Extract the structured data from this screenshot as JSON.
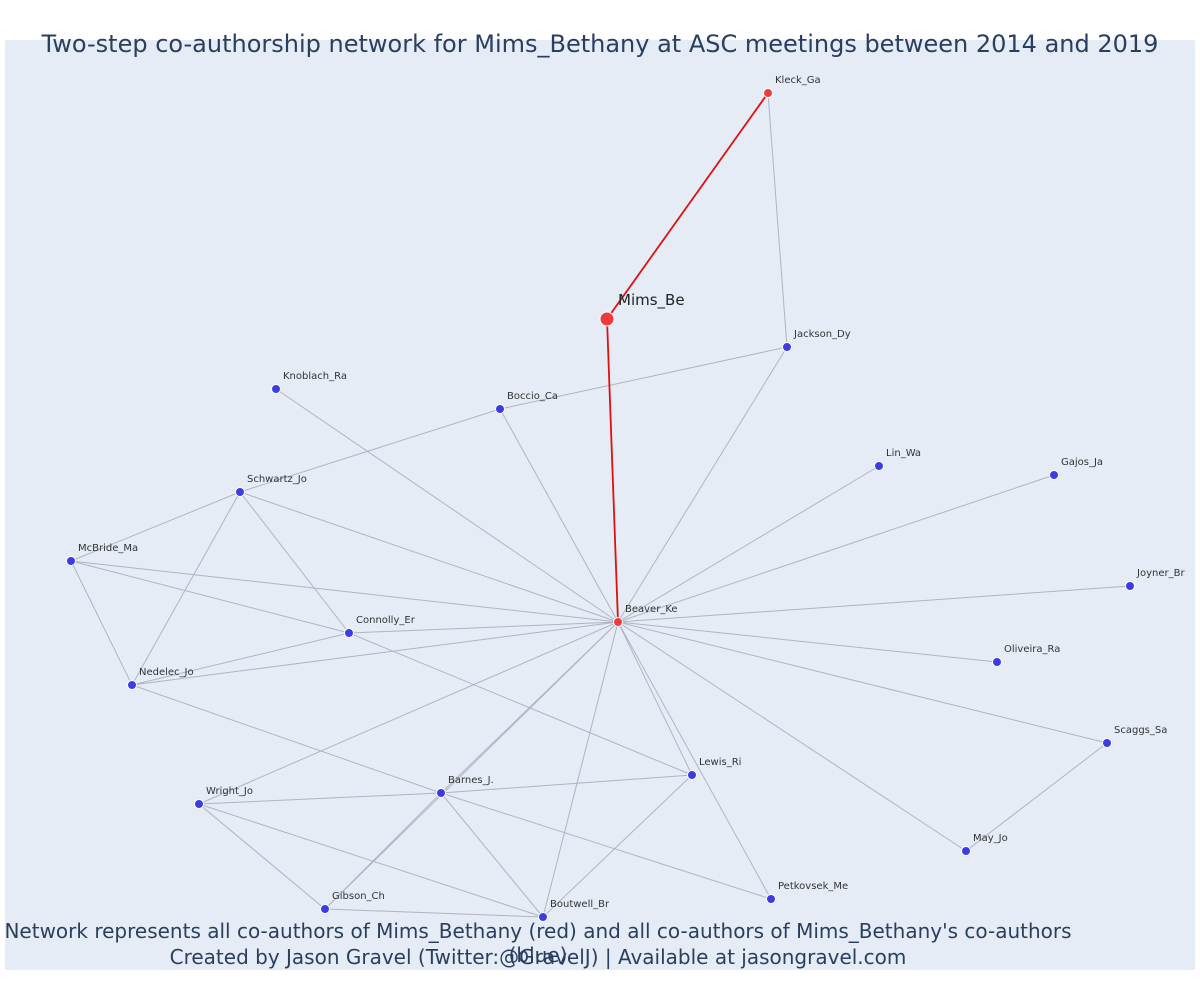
{
  "title": "Two-step co-authorship network for Mims_Bethany at ASC meetings between 2014 and 2019",
  "caption_line1": "Network represents all co-authors of Mims_Bethany (red) and all co-authors of Mims_Bethany's co-authors (blue)",
  "caption_line2": "Created by Jason Gravel (Twitter:@GravelJ) | Available at jasongravel.com",
  "colors": {
    "background": "#e5ecf6",
    "red_node": "#ef3b3b",
    "blue_node": "#3b3be8",
    "red_edge": "#e01010",
    "gray_edge": "#b0b4c2",
    "text": "#2a3f5f"
  },
  "chart_data": {
    "type": "network",
    "focal_node": "Mims_Be",
    "nodes": [
      {
        "id": "Mims_Be",
        "group": "focal"
      },
      {
        "id": "Kleck_Ga",
        "group": "red"
      },
      {
        "id": "Beaver_Ke",
        "group": "red"
      },
      {
        "id": "Jackson_Dy",
        "group": "blue"
      },
      {
        "id": "Knoblach_Ra",
        "group": "blue"
      },
      {
        "id": "Boccio_Ca",
        "group": "blue"
      },
      {
        "id": "Lin_Wa",
        "group": "blue"
      },
      {
        "id": "Gajos_Ja",
        "group": "blue"
      },
      {
        "id": "Schwartz_Jo",
        "group": "blue"
      },
      {
        "id": "McBride_Ma",
        "group": "blue"
      },
      {
        "id": "Joyner_Br",
        "group": "blue"
      },
      {
        "id": "Connolly_Er",
        "group": "blue"
      },
      {
        "id": "Oliveira_Ra",
        "group": "blue"
      },
      {
        "id": "Nedelec_Jo",
        "group": "blue"
      },
      {
        "id": "Scaggs_Sa",
        "group": "blue"
      },
      {
        "id": "Lewis_Ri",
        "group": "blue"
      },
      {
        "id": "Wright_Jo",
        "group": "blue"
      },
      {
        "id": "Barnes_J.",
        "group": "blue"
      },
      {
        "id": "May_Jo",
        "group": "blue"
      },
      {
        "id": "Petkovsek_Me",
        "group": "blue"
      },
      {
        "id": "Gibson_Ch",
        "group": "blue"
      },
      {
        "id": "Boutwell_Br",
        "group": "blue"
      }
    ],
    "edges": [
      [
        "Mims_Be",
        "Kleck_Ga",
        "red"
      ],
      [
        "Mims_Be",
        "Beaver_Ke",
        "red"
      ],
      [
        "Kleck_Ga",
        "Jackson_Dy",
        "gray"
      ],
      [
        "Jackson_Dy",
        "Boccio_Ca",
        "gray"
      ],
      [
        "Jackson_Dy",
        "Beaver_Ke",
        "gray"
      ],
      [
        "Boccio_Ca",
        "Schwartz_Jo",
        "gray"
      ],
      [
        "Boccio_Ca",
        "Beaver_Ke",
        "gray"
      ],
      [
        "Knoblach_Ra",
        "Beaver_Ke",
        "gray"
      ],
      [
        "Schwartz_Jo",
        "McBride_Ma",
        "gray"
      ],
      [
        "Schwartz_Jo",
        "Beaver_Ke",
        "gray"
      ],
      [
        "Schwartz_Jo",
        "Connolly_Er",
        "gray"
      ],
      [
        "Schwartz_Jo",
        "Nedelec_Jo",
        "gray"
      ],
      [
        "McBride_Ma",
        "Beaver_Ke",
        "gray"
      ],
      [
        "McBride_Ma",
        "Connolly_Er",
        "gray"
      ],
      [
        "McBride_Ma",
        "Nedelec_Jo",
        "gray"
      ],
      [
        "Connolly_Er",
        "Beaver_Ke",
        "gray"
      ],
      [
        "Connolly_Er",
        "Nedelec_Jo",
        "gray"
      ],
      [
        "Connolly_Er",
        "Lewis_Ri",
        "gray"
      ],
      [
        "Nedelec_Jo",
        "Beaver_Ke",
        "gray"
      ],
      [
        "Nedelec_Jo",
        "Barnes_J.",
        "gray"
      ],
      [
        "Lin_Wa",
        "Beaver_Ke",
        "gray"
      ],
      [
        "Gajos_Ja",
        "Beaver_Ke",
        "gray"
      ],
      [
        "Joyner_Br",
        "Beaver_Ke",
        "gray"
      ],
      [
        "Oliveira_Ra",
        "Beaver_Ke",
        "gray"
      ],
      [
        "Scaggs_Sa",
        "Beaver_Ke",
        "gray"
      ],
      [
        "Scaggs_Sa",
        "May_Jo",
        "gray"
      ],
      [
        "May_Jo",
        "Beaver_Ke",
        "gray"
      ],
      [
        "Lewis_Ri",
        "Beaver_Ke",
        "gray"
      ],
      [
        "Lewis_Ri",
        "Barnes_J.",
        "gray"
      ],
      [
        "Lewis_Ri",
        "Boutwell_Br",
        "gray"
      ],
      [
        "Wright_Jo",
        "Beaver_Ke",
        "gray"
      ],
      [
        "Wright_Jo",
        "Barnes_J.",
        "gray"
      ],
      [
        "Wright_Jo",
        "Gibson_Ch",
        "gray"
      ],
      [
        "Wright_Jo",
        "Boutwell_Br",
        "gray"
      ],
      [
        "Barnes_J.",
        "Beaver_Ke",
        "gray"
      ],
      [
        "Barnes_J.",
        "Gibson_Ch",
        "gray"
      ],
      [
        "Barnes_J.",
        "Boutwell_Br",
        "gray"
      ],
      [
        "Barnes_J.",
        "Petkovsek_Me",
        "gray"
      ],
      [
        "Petkovsek_Me",
        "Beaver_Ke",
        "gray"
      ],
      [
        "Gibson_Ch",
        "Beaver_Ke",
        "gray"
      ],
      [
        "Gibson_Ch",
        "Boutwell_Br",
        "gray"
      ],
      [
        "Boutwell_Br",
        "Beaver_Ke",
        "gray"
      ]
    ]
  }
}
